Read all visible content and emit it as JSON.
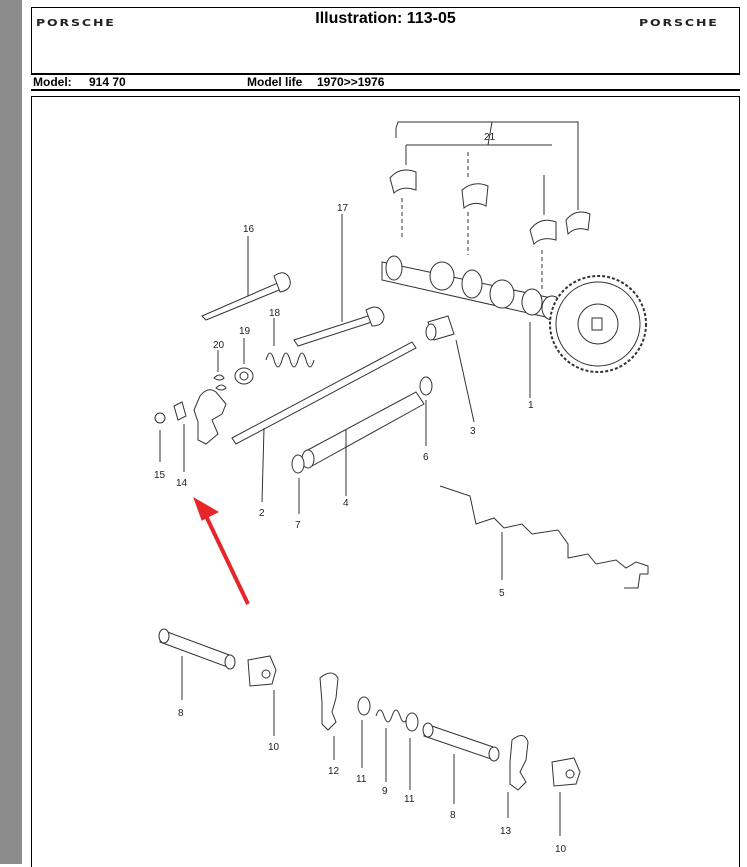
{
  "header": {
    "brand_left": "PORSCHE",
    "brand_right": "PORSCHE",
    "title": "Illustration: 113-05"
  },
  "info": {
    "model_label": "Model:",
    "model_value": "914 70",
    "model_life_label": "Model life",
    "model_life_value": "1970>>1976"
  },
  "diagram": {
    "callouts": [
      "21",
      "16",
      "17",
      "18",
      "19",
      "20",
      "3",
      "1",
      "15",
      "14",
      "2",
      "7",
      "4",
      "6",
      "5",
      "8",
      "10",
      "12",
      "11",
      "9",
      "11",
      "8",
      "13",
      "10"
    ],
    "arrow_color": "#e8262a"
  }
}
